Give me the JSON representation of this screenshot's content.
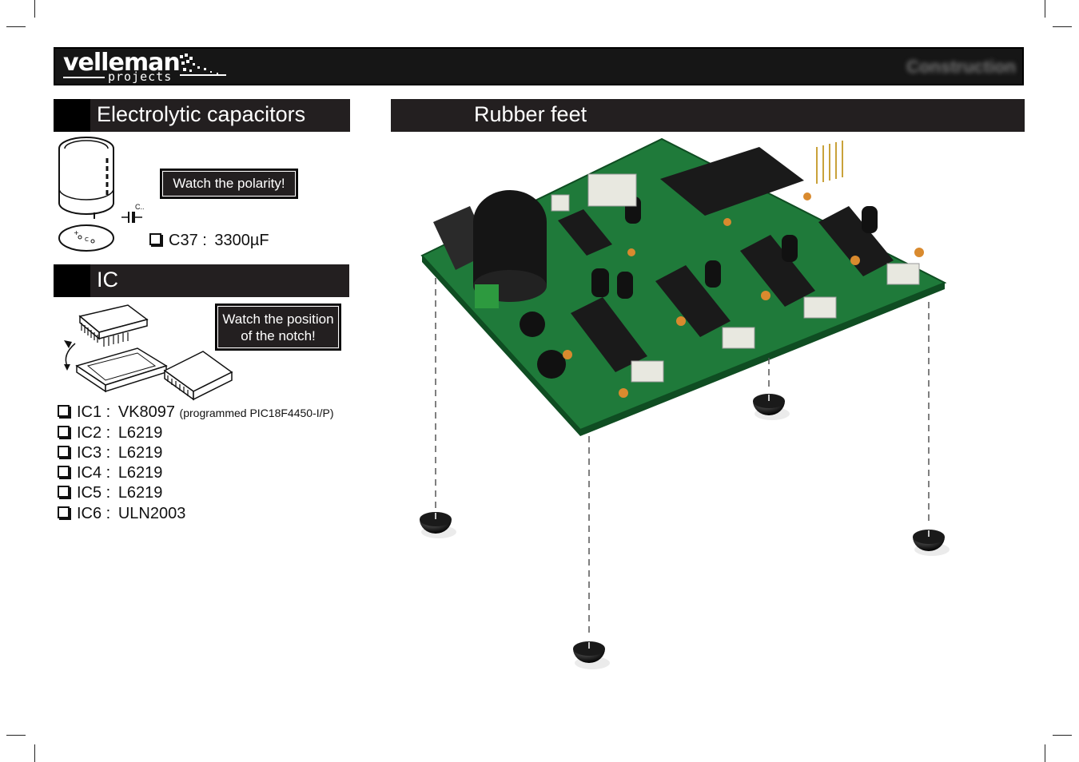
{
  "header": {
    "brand": "velleman",
    "brand_sub": "projects",
    "section": "Construction"
  },
  "electrolytic": {
    "title": "Electrolytic capacitors",
    "callout": "Watch the polarity!",
    "component_label": "C..",
    "items": [
      {
        "ref": "C37 :",
        "value": "3300µF"
      }
    ]
  },
  "ic": {
    "title": "IC",
    "callout_line1": "Watch the position",
    "callout_line2": "of the notch!",
    "items": [
      {
        "ref": "IC1 :",
        "value": "VK8097",
        "note": "(programmed PIC18F4450-I/P)"
      },
      {
        "ref": "IC2 :",
        "value": "L6219",
        "note": ""
      },
      {
        "ref": "IC3 :",
        "value": "L6219",
        "note": ""
      },
      {
        "ref": "IC4 :",
        "value": "L6219",
        "note": ""
      },
      {
        "ref": "IC5 :",
        "value": "L6219",
        "note": ""
      },
      {
        "ref": "IC6 :",
        "value": "ULN2003",
        "note": ""
      }
    ]
  },
  "rubber_feet": {
    "title": "Rubber feet"
  },
  "colors": {
    "bar": "#231f20",
    "pcb": "#1f7a3a",
    "ic_body": "#1a1a1a"
  }
}
